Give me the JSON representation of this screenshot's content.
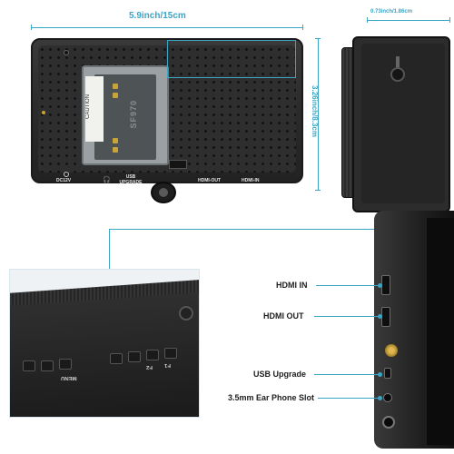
{
  "dimensions": {
    "width_label": "5.9inch/15cm",
    "height_label": "3.26inch/8.3cm",
    "depth_label": "0.73inch/1.86cm"
  },
  "back_panel": {
    "caution_label": "CAUTION",
    "battery_model": "SF970",
    "ports": {
      "dc_label": "DC12V",
      "usb_label": "USB UPGRADE",
      "hdmi_out_label": "HDMI-OUT",
      "hdmi_in_label": "HDMI-IN"
    }
  },
  "detail_view": {
    "menu_label": "MENU",
    "f1_label": "F1",
    "f2_label": "F2"
  },
  "callouts": [
    {
      "label": "HDMI IN"
    },
    {
      "label": "HDMI OUT"
    },
    {
      "label": "USB Upgrade"
    },
    {
      "label": "3.5mm Ear Phone Slot"
    }
  ],
  "colors": {
    "accent": "#3aa6c6",
    "body_dark": "#2b2b2b",
    "gold": "#c8a33a"
  }
}
